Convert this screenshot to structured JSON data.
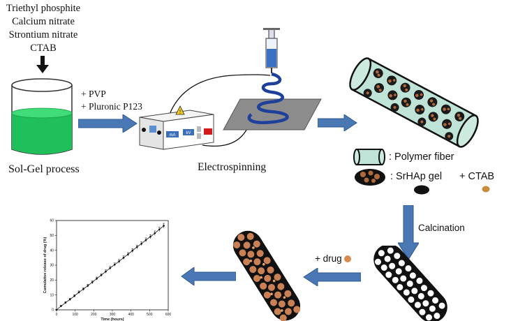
{
  "reagents": [
    "Triethyl phosphite",
    "Calcium nitrate",
    "Strontium nitrate",
    "CTAB"
  ],
  "steps": {
    "solgel": "Sol-Gel process",
    "additive_1": "+ PVP",
    "additive_2": "+ Pluronic P123",
    "electrospinning": "Electrospinning",
    "calcination": "Calcination",
    "drug": "+ drug"
  },
  "device_labels": {
    "ma": "mA",
    "kv": "kV"
  },
  "legend": {
    "polymer_fiber": ": Polymer fiber",
    "srhap_gel": ": SrHAp gel",
    "ctab": "+ CTAB"
  },
  "colors": {
    "arrow": "#4a78b4",
    "arrow_edge": "#2e5a90",
    "solution": "#1fbf5a",
    "fiber": "#bfe3d6",
    "gel": "#b06a3a",
    "ctab": "#c98b3c",
    "coil": "#1e3f9a"
  },
  "chart_data": {
    "type": "line",
    "xlabel": "Time (hours)",
    "ylabel": "Cumulative release of drug (%)",
    "xlim": [
      0,
      600
    ],
    "ylim": [
      0,
      60
    ],
    "xticks": [
      0,
      100,
      200,
      300,
      400,
      500,
      600
    ],
    "yticks": [
      0,
      10,
      20,
      30,
      40,
      50,
      60
    ],
    "series": [
      {
        "x": [
          0,
          24,
          48,
          72,
          96,
          120,
          144,
          168,
          192,
          216,
          240,
          264,
          288,
          312,
          336,
          360,
          384,
          408,
          432,
          456,
          480,
          504,
          528,
          552,
          576
        ],
        "y": [
          0,
          2.5,
          4.8,
          7.0,
          9.3,
          11.8,
          13.9,
          16.2,
          18.5,
          21.0,
          23.3,
          25.7,
          28.1,
          30.4,
          32.6,
          35.0,
          37.3,
          39.8,
          42.2,
          44.4,
          46.9,
          49.1,
          51.5,
          54.0,
          56.5
        ],
        "err": [
          0,
          0.6,
          0.7,
          0.8,
          0.8,
          0.9,
          0.9,
          1.0,
          1.0,
          1.0,
          1.0,
          1.1,
          1.1,
          1.1,
          1.2,
          1.2,
          1.2,
          1.3,
          1.3,
          1.3,
          1.4,
          1.4,
          1.5,
          1.5,
          1.6
        ]
      }
    ]
  }
}
